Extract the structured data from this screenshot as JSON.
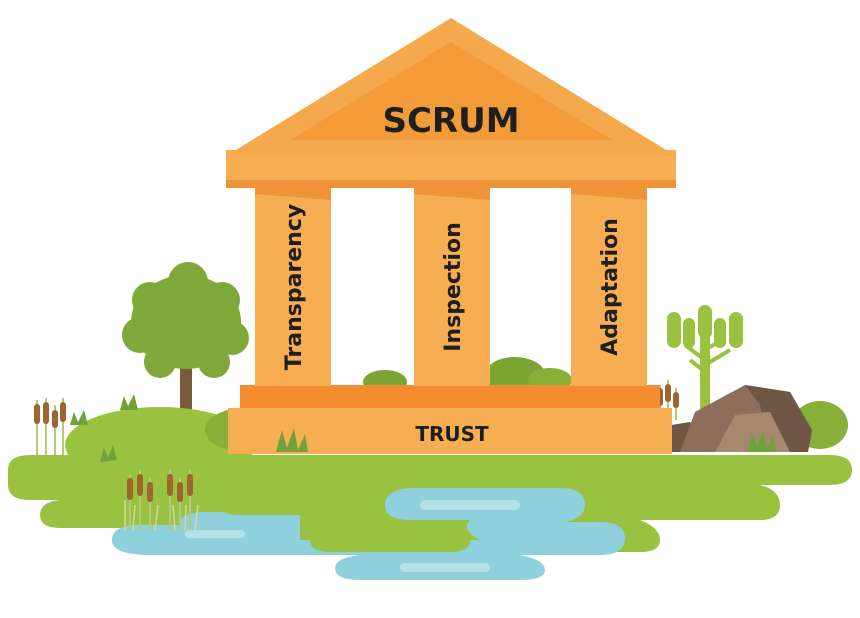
{
  "diagram": {
    "roof_label": "SCRUM",
    "pillars": [
      {
        "label": "Transparency"
      },
      {
        "label": "Inspection"
      },
      {
        "label": "Adaptation"
      }
    ],
    "base_label": "TRUST"
  },
  "colors": {
    "roof_outer": "#f6a94c",
    "roof_inner": "#f39a39",
    "pillar": "#f7ad52",
    "pillar_shadow": "#ee9337",
    "base_top": "#f28c2e",
    "base": "#f7ad52",
    "grass": "#98c23f",
    "grass_dark": "#7aa533",
    "water": "#8fd0dd",
    "water_light": "#b5e2ea",
    "tree": "#7ea83a",
    "trunk": "#7b5a3a",
    "rock": "#8d6e5a",
    "cattail": "#a0642d",
    "text": "#1f1f1f"
  },
  "icons": [
    "tree-icon",
    "cactus-icon",
    "rock-icon",
    "cattail-icon",
    "grass-tuft-icon",
    "pond-icon"
  ]
}
